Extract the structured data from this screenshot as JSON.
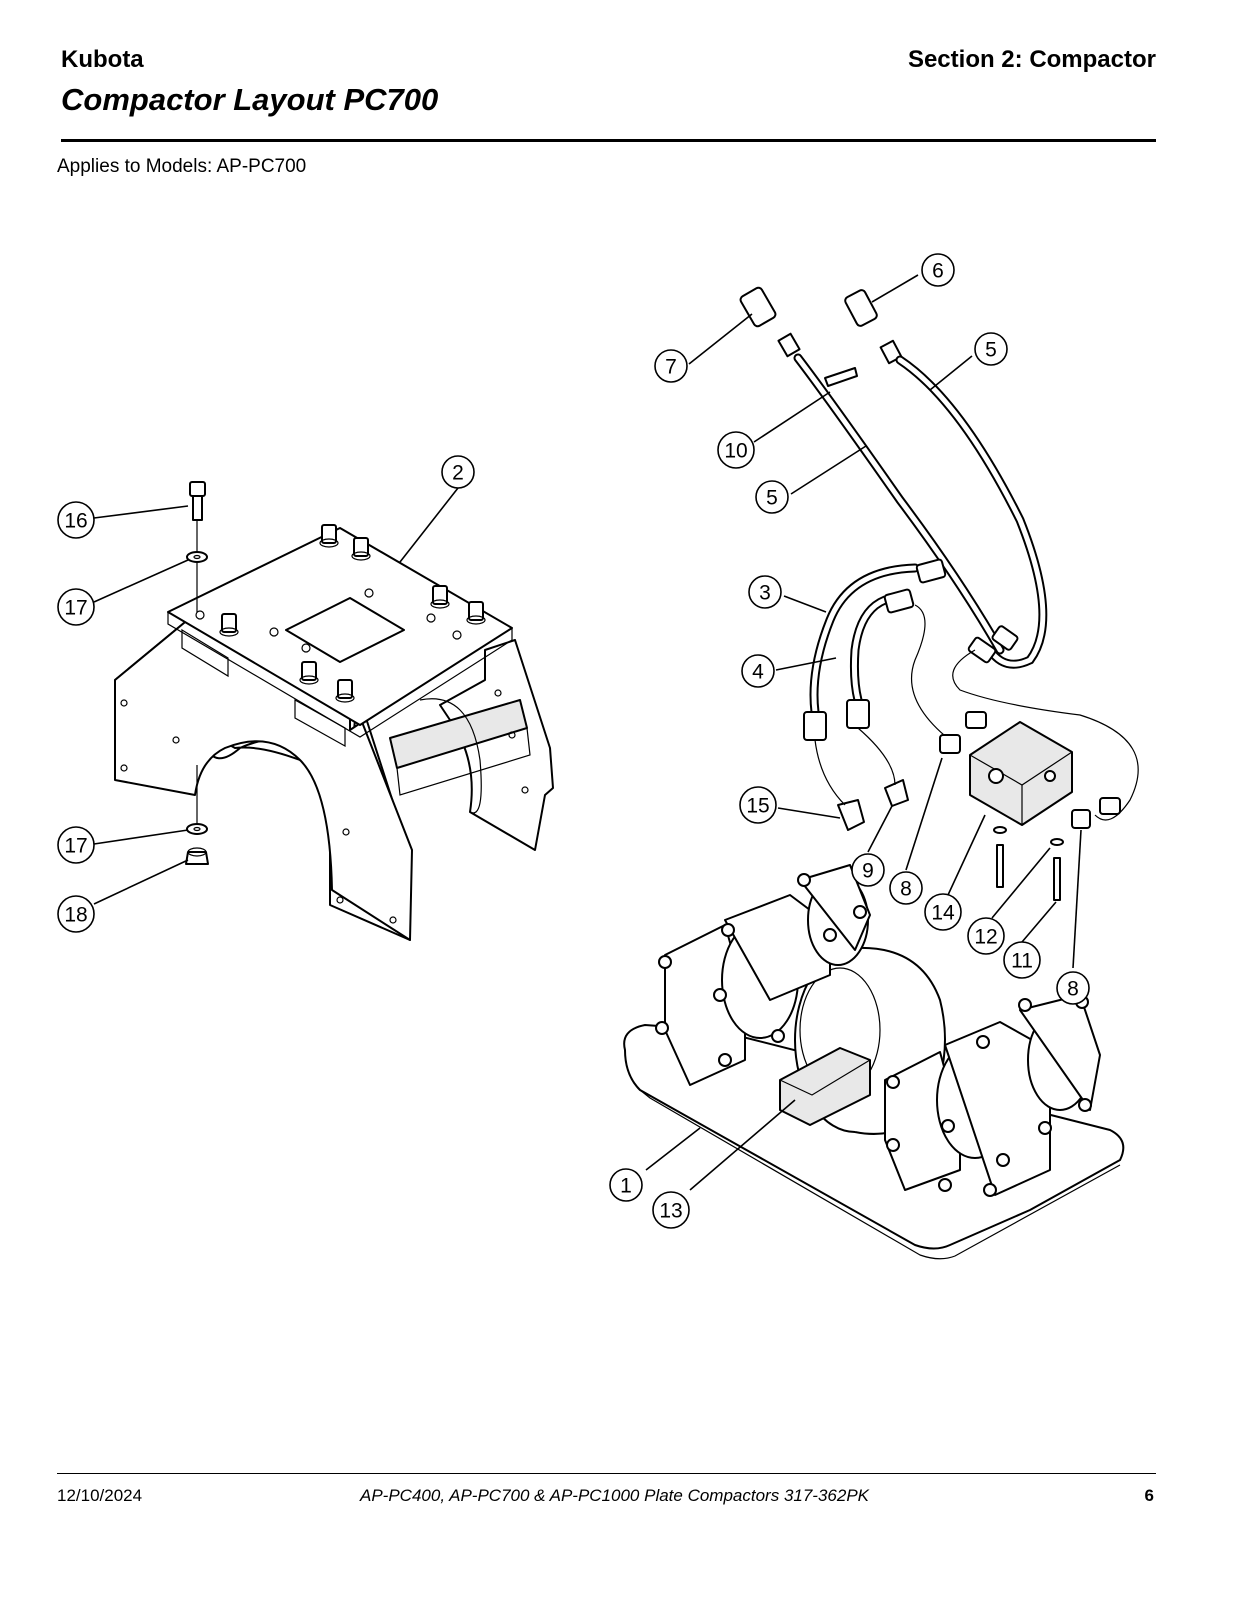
{
  "header": {
    "brand": "Kubota",
    "section": "Section 2: Compactor",
    "title": "Compactor Layout PC700",
    "applies": "Applies to Models: AP-PC700"
  },
  "callouts": {
    "c1": "1",
    "c2": "2",
    "c3": "3",
    "c4": "4",
    "c5a": "5",
    "c5b": "5",
    "c6": "6",
    "c7": "7",
    "c8a": "8",
    "c8b": "8",
    "c9": "9",
    "c10": "10",
    "c11": "11",
    "c12": "12",
    "c13": "13",
    "c14": "14",
    "c15": "15",
    "c16": "16",
    "c17a": "17",
    "c17b": "17",
    "c18": "18"
  },
  "footer": {
    "date": "12/10/2024",
    "doc_title": "AP-PC400, AP-PC700 & AP-PC1000  Plate Compactors  317-362PK",
    "page": "6"
  }
}
